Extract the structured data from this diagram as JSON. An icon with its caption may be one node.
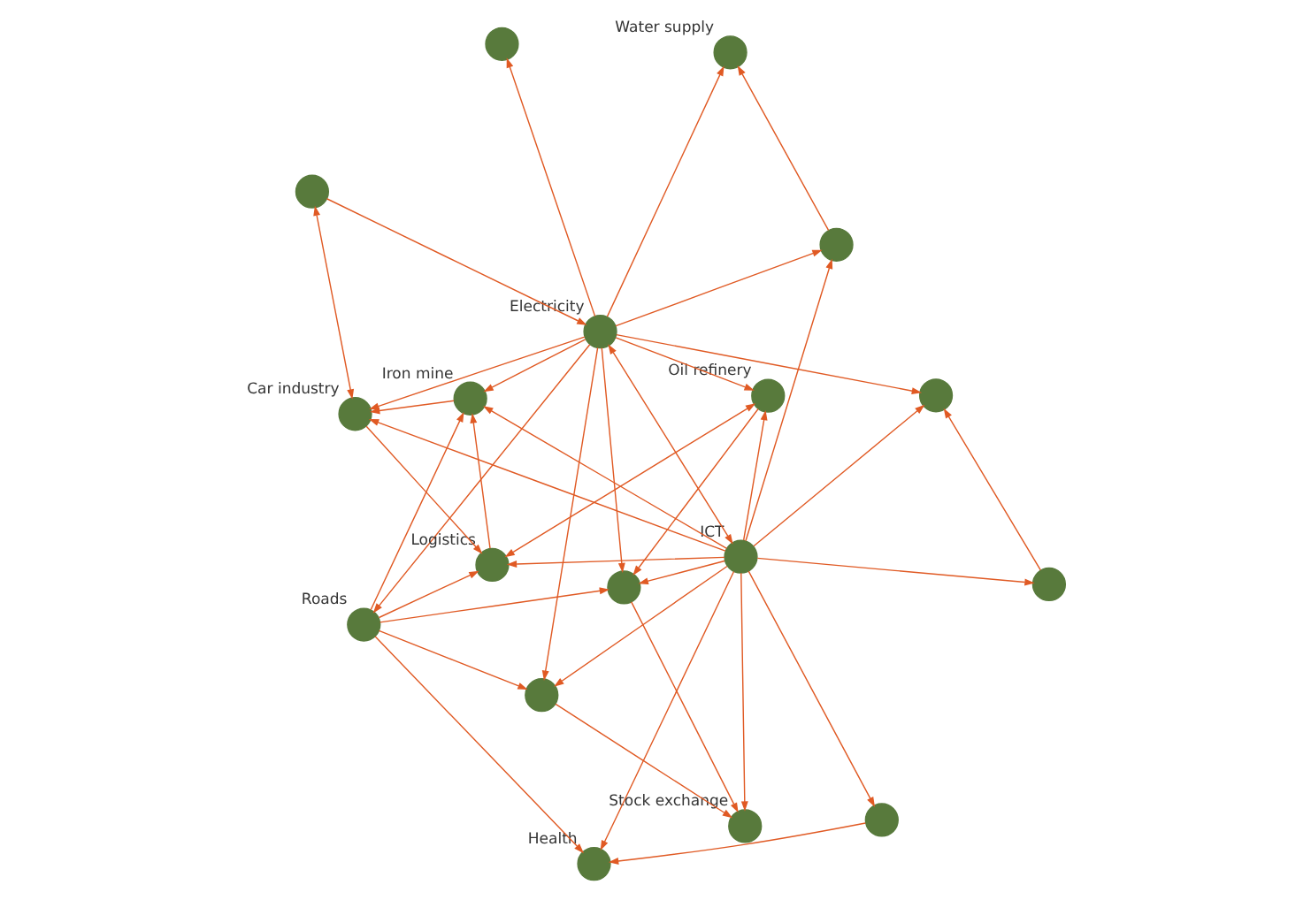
{
  "diagram": {
    "nodes": [
      {
        "text": [
          "Stock exchange"
        ]
      },
      {
        "text": [],
        "shape": "circle"
      },
      {
        "text": [
          "Electricity"
        ]
      },
      {
        "text": [],
        "shape": "circle"
      },
      {
        "text": [
          "Roads"
        ]
      },
      {
        "text": [
          "Oil refinery"
        ]
      },
      {
        "text": [
          "Car industry"
        ]
      },
      {
        "text": [
          "ICT"
        ]
      },
      {
        "text": [],
        "shape": "circle"
      },
      {
        "text": [
          "Health"
        ]
      },
      {
        "text": [],
        "shape": "circle"
      },
      {
        "text": [
          "Water supply"
        ]
      },
      {
        "text": [],
        "shape": "circle"
      },
      {
        "text": [],
        "shape": "circle"
      },
      {
        "text": [],
        "shape": "circle"
      },
      {
        "text": [],
        "shape": "circle"
      },
      {
        "text": [
          "Iron mine"
        ]
      },
      {
        "text": [
          "Logistics"
        ]
      }
    ],
    "edges": [
      {
        "from": 3,
        "to": 2,
        "arrow": "to"
      },
      {
        "from": 3,
        "to": 6,
        "arrow": "both"
      },
      {
        "from": 2,
        "to": 1,
        "arrow": "to"
      },
      {
        "from": 1,
        "to": 0,
        "arrow": "to"
      },
      {
        "from": 4,
        "to": 1,
        "arrow": "to"
      },
      {
        "from": 2,
        "to": 6,
        "arrow": "to"
      },
      {
        "from": 2,
        "to": 7,
        "arrow": "both"
      },
      {
        "from": 2,
        "to": 11,
        "arrow": "to"
      },
      {
        "from": 2,
        "to": 10,
        "arrow": "to"
      },
      {
        "from": 2,
        "to": 12,
        "arrow": "to"
      },
      {
        "from": 2,
        "to": 15,
        "arrow": "to"
      },
      {
        "from": 2,
        "to": 16,
        "arrow": "to"
      },
      {
        "from": 2,
        "to": 4,
        "arrow": "to"
      },
      {
        "from": 2,
        "to": 5,
        "arrow": "to"
      },
      {
        "from": 2,
        "to": 8,
        "arrow": "to"
      },
      {
        "from": 7,
        "to": 0,
        "arrow": "to"
      },
      {
        "from": 7,
        "to": 1,
        "arrow": "to"
      },
      {
        "from": 7,
        "to": 6,
        "arrow": "to"
      },
      {
        "from": 7,
        "to": 8,
        "arrow": "to"
      },
      {
        "from": 7,
        "to": 5,
        "arrow": "to"
      },
      {
        "from": 7,
        "to": 9,
        "arrow": "to"
      },
      {
        "from": 7,
        "to": 14,
        "arrow": "to"
      },
      {
        "from": 7,
        "to": 17,
        "arrow": "to"
      },
      {
        "from": 7,
        "to": 16,
        "arrow": "to"
      },
      {
        "from": 7,
        "to": 13,
        "arrow": "to"
      },
      {
        "from": 7,
        "to": 15,
        "arrow": "to"
      },
      {
        "from": 7,
        "to": 12,
        "arrow": "to"
      },
      {
        "from": 8,
        "to": 0,
        "arrow": "to"
      },
      {
        "from": 4,
        "to": 8,
        "arrow": "to"
      },
      {
        "from": 5,
        "to": 8,
        "arrow": "to"
      },
      {
        "from": 4,
        "to": 16,
        "arrow": "to"
      },
      {
        "from": 4,
        "to": 17,
        "arrow": "to"
      },
      {
        "from": 4,
        "to": 9,
        "arrow": "to"
      },
      {
        "from": 5,
        "to": 17,
        "arrow": "both"
      },
      {
        "from": 14,
        "to": 9,
        "arrow": "to"
      },
      {
        "from": 17,
        "to": 16,
        "arrow": "to"
      },
      {
        "from": 16,
        "to": 6,
        "arrow": "to"
      },
      {
        "from": 6,
        "to": 17,
        "arrow": "to"
      },
      {
        "from": 13,
        "to": 15,
        "arrow": "to"
      },
      {
        "from": 12,
        "to": 11,
        "arrow": "to"
      }
    ]
  }
}
